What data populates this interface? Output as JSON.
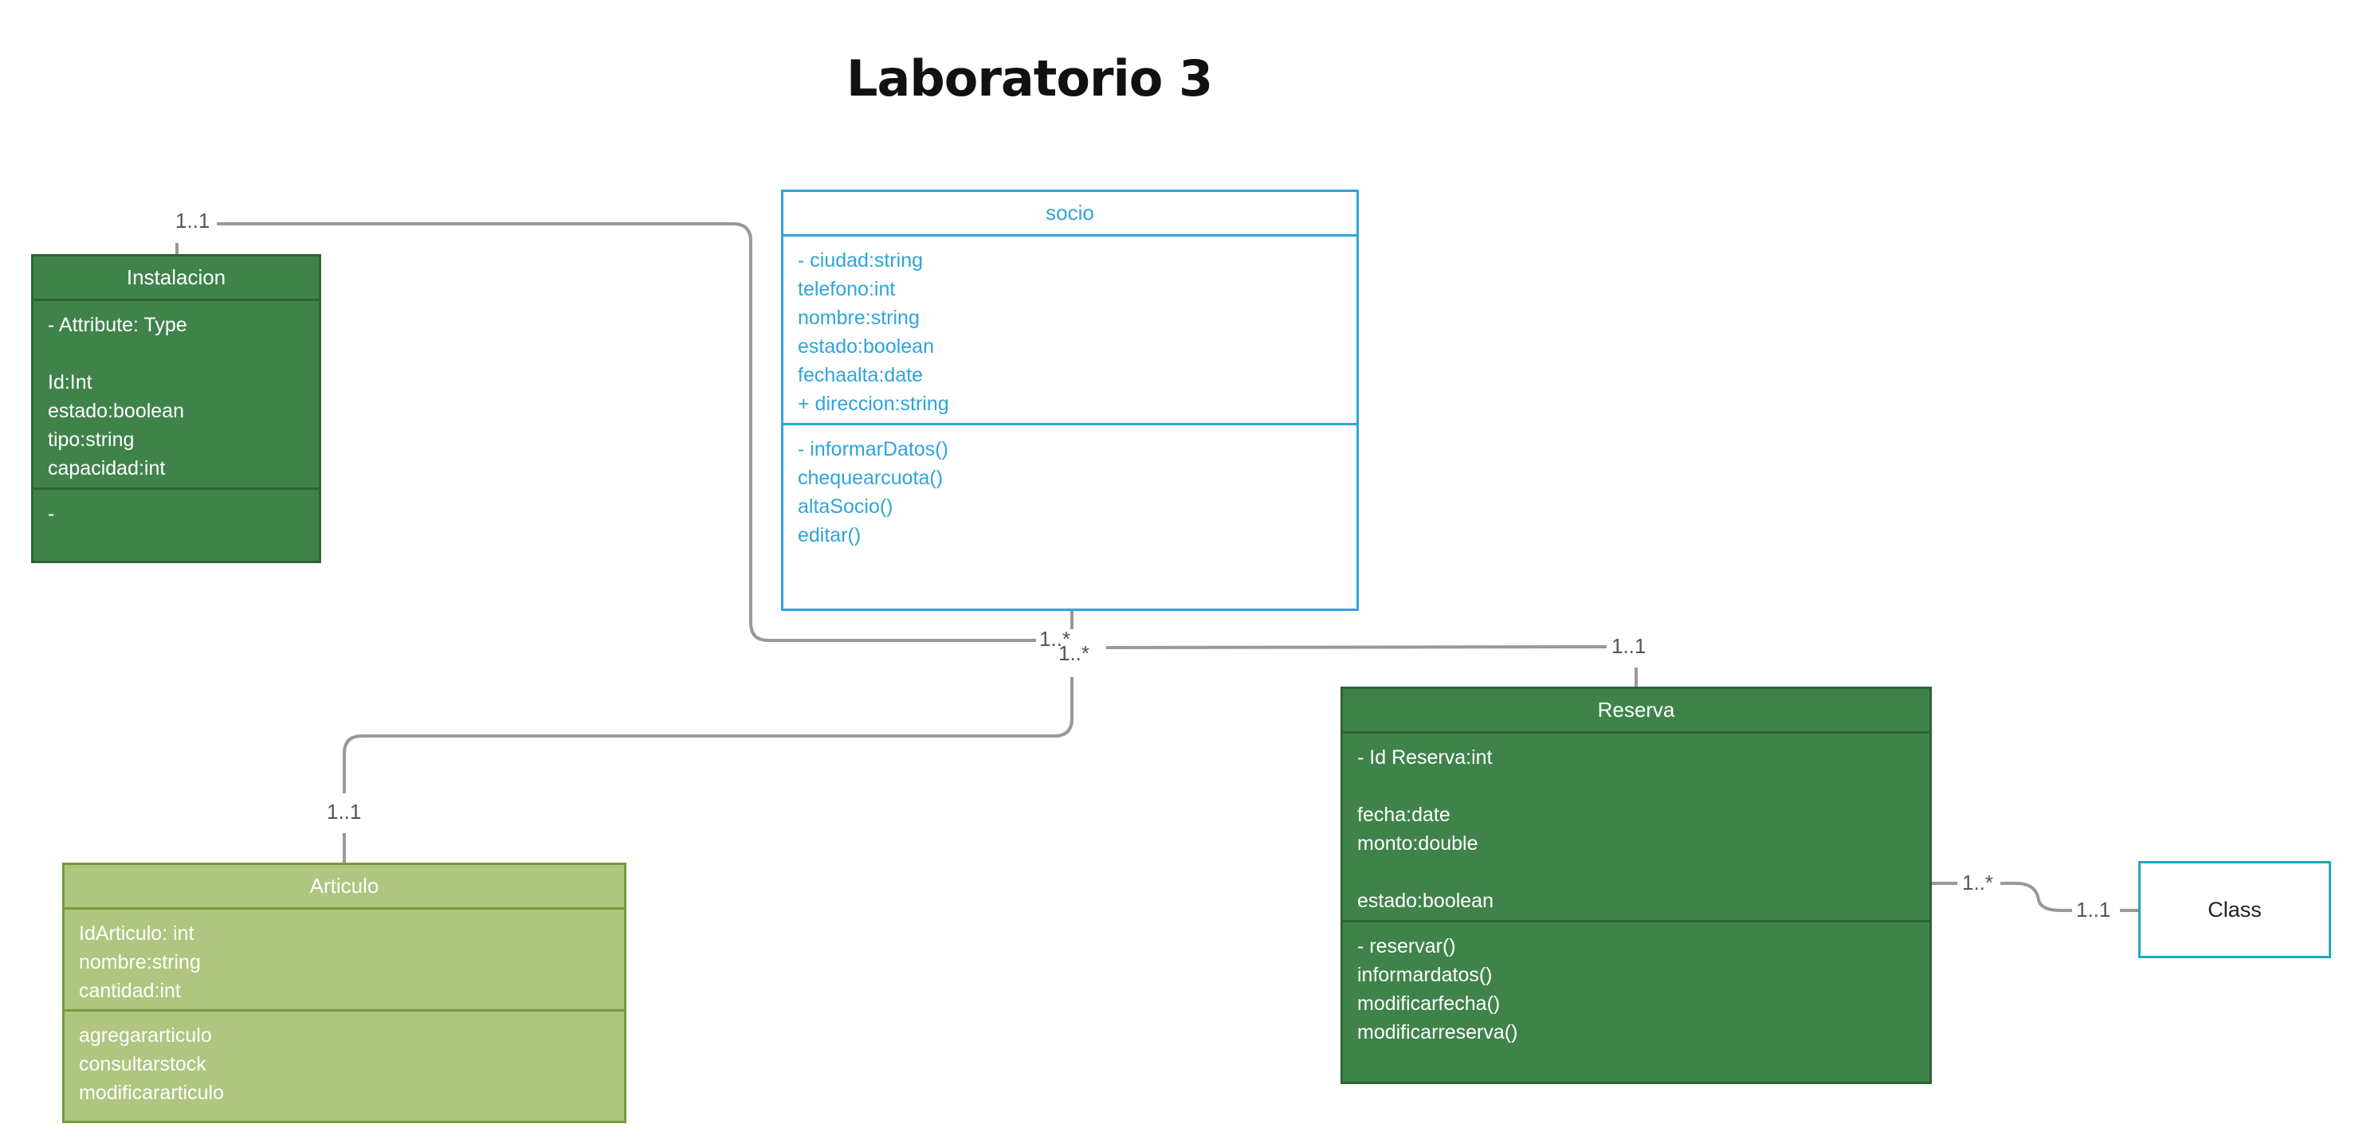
{
  "title": "Laboratorio 3",
  "classes": {
    "instalacion": {
      "name": "Instalacion",
      "attributes": [
        "-  Attribute: Type",
        "",
        "Id:Int",
        "estado:boolean",
        "tipo:string",
        "capacidad:int"
      ],
      "methods": [
        "-"
      ]
    },
    "socio": {
      "name": "socio",
      "attributes": [
        "-  ciudad:string",
        "telefono:int",
        "nombre:string",
        "estado:boolean",
        "fechaalta:date",
        "+ direccion:string"
      ],
      "methods": [
        "-  informarDatos()",
        "chequearcuota()",
        "altaSocio()",
        "editar()"
      ]
    },
    "reserva": {
      "name": "Reserva",
      "attributes": [
        "-  Id Reserva:int",
        "",
        "fecha:date",
        "monto:double",
        "",
        "estado:boolean"
      ],
      "methods": [
        "-  reservar()",
        "informardatos()",
        "modificarfecha()",
        "modificarreserva()"
      ]
    },
    "articulo": {
      "name": "Articulo",
      "attributes": [
        "IdArticulo: int",
        "nombre:string",
        "cantidad:int"
      ],
      "methods": [
        "agregararticulo",
        "consultarstock",
        "modificararticulo"
      ]
    },
    "class_box": {
      "name": "Class"
    }
  },
  "multiplicities": {
    "instalacion_top": "1..1",
    "socio_bottom_a": "1..*",
    "socio_bottom_b": "1..*",
    "reserva_top": "1..1",
    "articulo_top": "1..1",
    "reserva_right": "1..*",
    "class_left": "1..1"
  },
  "colors": {
    "green_class": "#3f834b",
    "lime_class": "#b0c57f",
    "blue_class_border": "#2ea4dc",
    "class_box_border": "#20a9b6",
    "connector": "#999999"
  }
}
